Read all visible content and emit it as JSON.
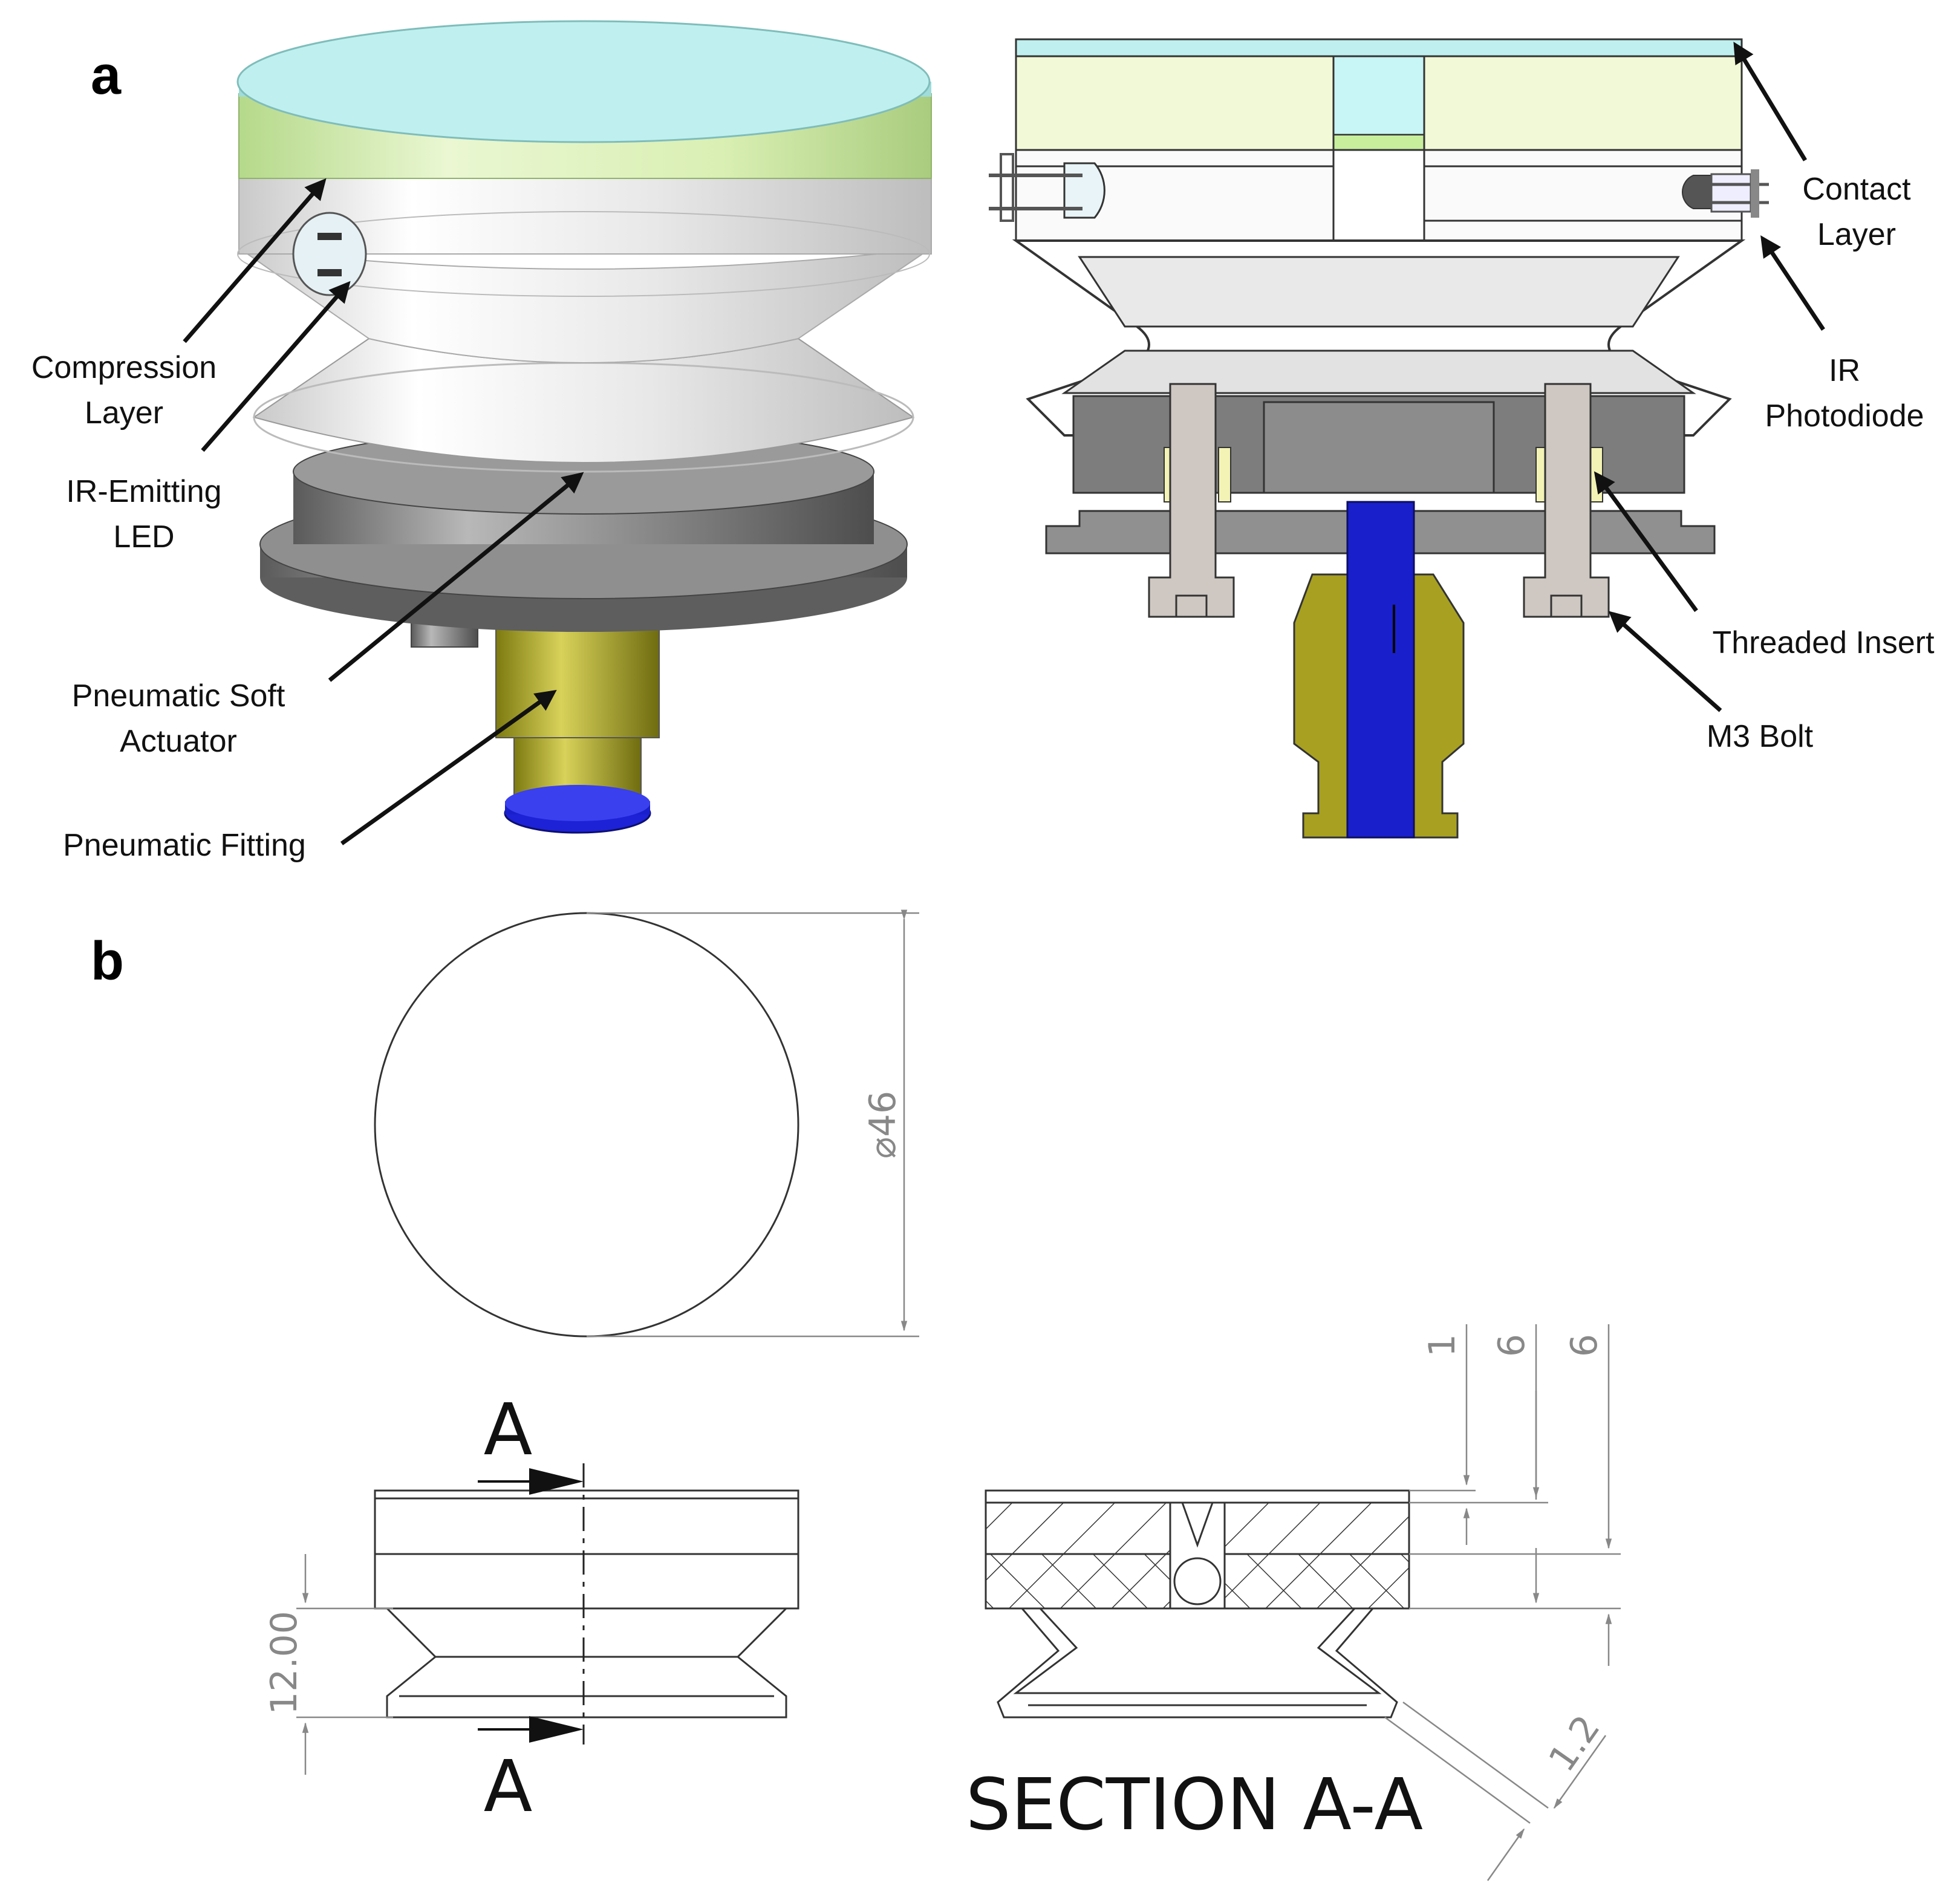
{
  "panels": {
    "a": "a",
    "b": "b"
  },
  "labels_3d": {
    "compression": [
      "Compression",
      "Layer"
    ],
    "led": [
      "IR-Emitting",
      "LED"
    ],
    "actuator": [
      "Pneumatic Soft",
      "Actuator"
    ],
    "fitting": "Pneumatic Fitting"
  },
  "labels_section": {
    "contact": [
      "Contact",
      "Layer"
    ],
    "photodiode": [
      "IR",
      "Photodiode"
    ],
    "insert": "Threaded Insert",
    "bolt": "M3 Bolt"
  },
  "drawing": {
    "diameter": "⌀46",
    "height": "12.00",
    "dim_top": "1",
    "dim_mid": "6",
    "dim_right": "6",
    "wall": "1.2",
    "section_mark": "A",
    "section_title": "SECTION A-A"
  },
  "colors": {
    "contact": "#bff0ef",
    "compression": "#e6f5c8",
    "white_body": "#f2f2f2",
    "grey_base": "#7d7d7d",
    "fitting_brass": "#a8a020",
    "fitting_blue": "#1a1fcc"
  }
}
